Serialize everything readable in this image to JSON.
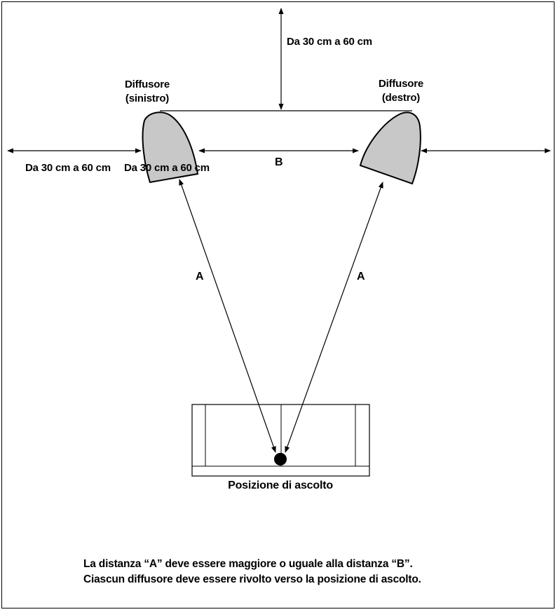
{
  "labels": {
    "top_distance": "Da 30 cm a 60 cm",
    "left_speaker_line1": "Diffusore",
    "left_speaker_line2": "(sinistro)",
    "right_speaker_line1": "Diffusore",
    "right_speaker_line2": "(destro)",
    "left_wall_distance": "Da 30 cm a 60 cm",
    "left_side_distance": "Da 30 cm a 60 cm",
    "distance_b": "B",
    "distance_a_left": "A",
    "distance_a_right": "A",
    "listening_position": "Posizione di ascolto"
  },
  "caption": {
    "line1": "La distanza “A” deve essere maggiore o uguale alla distanza “B”.",
    "line2": "Ciascun diffusore deve essere rivolto verso la posizione di ascolto."
  },
  "colors": {
    "speaker_fill": "#c8c8c8",
    "line": "#000000",
    "background": "#ffffff"
  }
}
